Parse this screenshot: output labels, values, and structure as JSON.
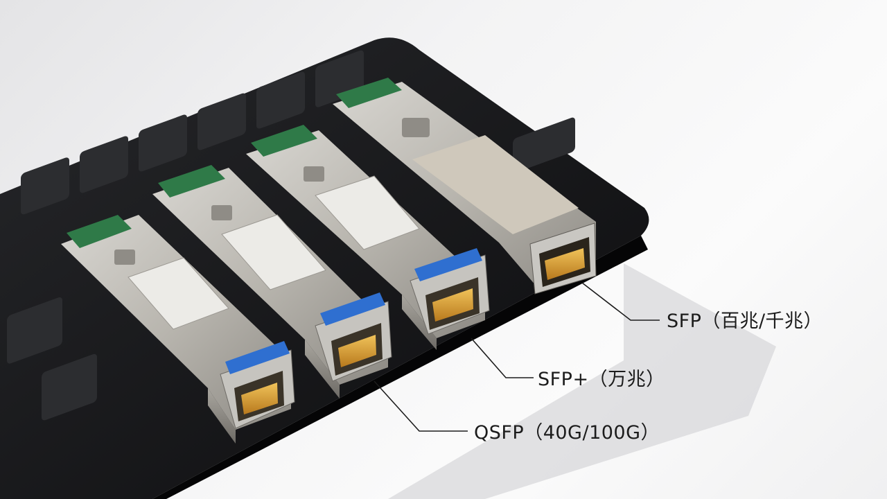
{
  "image": {
    "description_labels": {
      "sfp": "SFP（百兆/千兆）",
      "sfp_plus": "SFP+（万兆）",
      "qsfp": "QSFP（40G/100G）"
    }
  },
  "colors": {
    "background": "#f3f3f4",
    "tray": "#141416",
    "module_metal": "#b9b7b2",
    "latch_blue": "#2f6fd0",
    "contacts_gold": "#d69a2a",
    "pcb_green": "#2f7a48",
    "callout_line": "#1c1c1c"
  },
  "objects": [
    {
      "name": "black-tray",
      "kind": "module holder tray"
    },
    {
      "name": "transceiver-module-1",
      "kind": "optical transceiver"
    },
    {
      "name": "transceiver-module-2",
      "kind": "optical transceiver"
    },
    {
      "name": "transceiver-module-3",
      "kind": "optical transceiver"
    },
    {
      "name": "rj45-sfp-module",
      "kind": "copper SFP module"
    }
  ]
}
